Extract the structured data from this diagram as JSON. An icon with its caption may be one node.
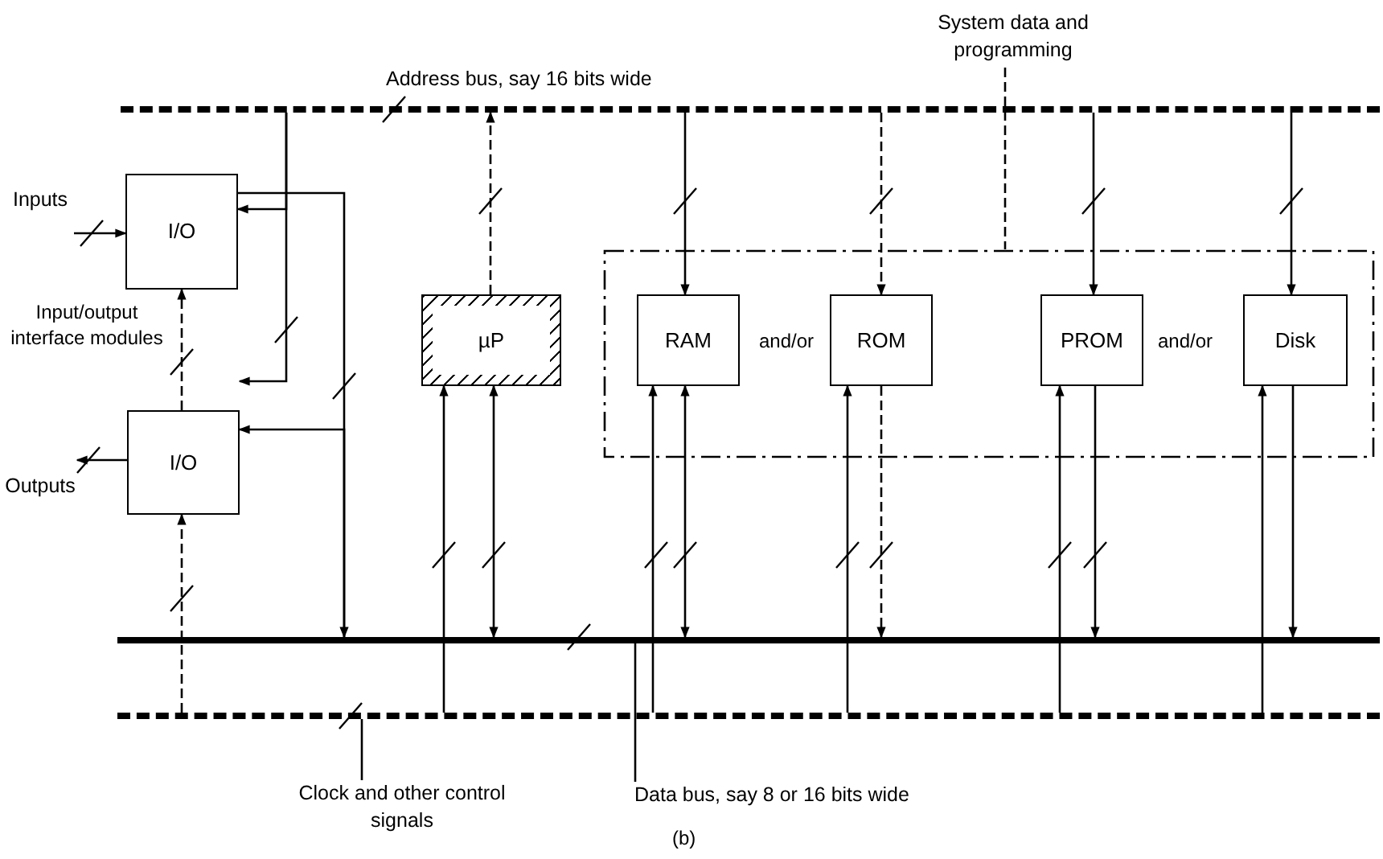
{
  "diagram": {
    "caption": "(b)",
    "nodes": [
      {
        "text": [],
        "shape": "bar",
        "beside": [
          "Address bus, say 16 bits wide"
        ]
      },
      {
        "text": [],
        "shape": "bar"
      },
      {
        "text": [],
        "shape": "bar"
      },
      {
        "text": [
          "I/O"
        ]
      },
      {
        "text": [
          "I/O"
        ]
      },
      {
        "text": [
          "µP"
        ]
      },
      {
        "text": [],
        "shape": "box"
      },
      {
        "text": [
          "RAM"
        ],
        "in": 6
      },
      {
        "text": [
          "ROM"
        ],
        "in": 6
      },
      {
        "text": [
          "PROM"
        ],
        "in": 6
      },
      {
        "text": [
          "Disk"
        ],
        "in": 6
      },
      {
        "text": [
          "System data and programming"
        ]
      },
      {
        "text": [
          "Clock and other control signals"
        ]
      },
      {
        "text": [
          "Data bus, say 8 or 16 bits wide"
        ]
      },
      {
        "text": [
          "Inputs"
        ]
      },
      {
        "text": [
          "Outputs"
        ]
      }
    ],
    "edges": [
      {
        "from": 0,
        "to": 3,
        "arrow": "to"
      },
      {
        "from": 0,
        "to": 4,
        "arrow": "to"
      },
      {
        "from": 3,
        "to": 1,
        "arrow": "to"
      },
      {
        "from": 1,
        "to": 4,
        "arrow": "to"
      },
      {
        "from": 2,
        "to": 4,
        "arrow": "to",
        "style": "dashed"
      },
      {
        "from": 4,
        "to": 3,
        "arrow": "to",
        "style": "dashed"
      },
      {
        "from": 14,
        "to": 3,
        "arrow": "to"
      },
      {
        "from": 4,
        "to": 15,
        "arrow": "to"
      },
      {
        "from": 5,
        "to": 0,
        "arrow": "to",
        "style": "dashed"
      },
      {
        "from": 5,
        "to": 1,
        "arrow": "both"
      },
      {
        "from": 2,
        "to": 5,
        "arrow": "to"
      },
      {
        "from": 0,
        "to": 7,
        "arrow": "to"
      },
      {
        "from": 2,
        "to": 7,
        "arrow": "to"
      },
      {
        "from": 7,
        "to": 1,
        "arrow": "both"
      },
      {
        "from": 0,
        "to": 8,
        "arrow": "to",
        "style": "dashed"
      },
      {
        "from": 2,
        "to": 8,
        "arrow": "to"
      },
      {
        "from": 8,
        "to": 1,
        "arrow": "to",
        "style": "dashed"
      },
      {
        "from": 0,
        "to": 9,
        "arrow": "to"
      },
      {
        "from": 2,
        "to": 9,
        "arrow": "to"
      },
      {
        "from": 9,
        "to": 1,
        "arrow": "to"
      },
      {
        "from": 0,
        "to": 10,
        "arrow": "to"
      },
      {
        "from": 2,
        "to": 10,
        "arrow": "to"
      },
      {
        "from": 10,
        "to": 1,
        "arrow": "to"
      },
      {
        "from": 11,
        "to": 6,
        "arrow": "none",
        "style": "dashed"
      },
      {
        "from": 12,
        "to": 2,
        "arrow": "none"
      },
      {
        "from": 13,
        "to": 1,
        "arrow": "none"
      }
    ],
    "labels": [
      "Input/output interface modules",
      "and/or",
      "and/or"
    ]
  }
}
